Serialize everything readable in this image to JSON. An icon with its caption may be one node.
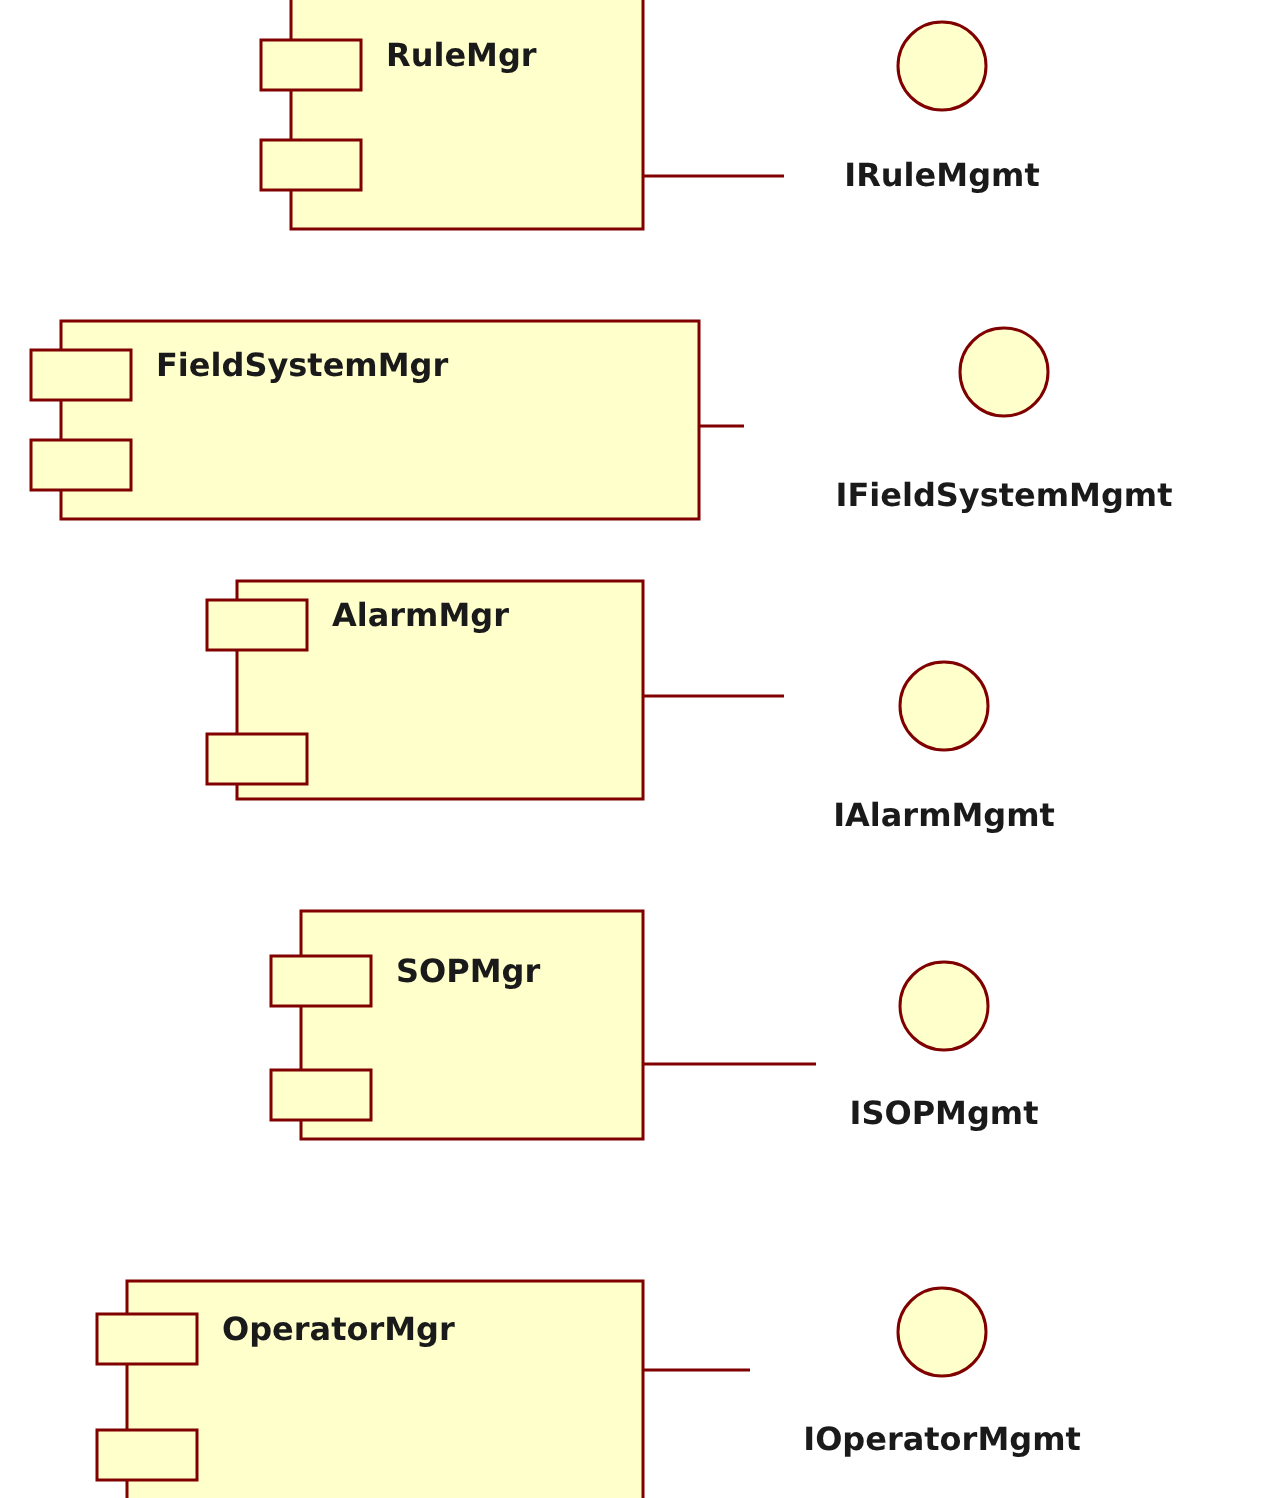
{
  "diagram": {
    "nodes": [
      {
        "text": [
          "RuleMgr"
        ]
      },
      {
        "text": [
          "IRuleMgmt"
        ]
      },
      {
        "text": [
          "FieldSystemMgr"
        ]
      },
      {
        "text": [
          "IFieldSystemMgmt"
        ]
      },
      {
        "text": [
          "AlarmMgr"
        ]
      },
      {
        "text": [
          "IAlarmMgmt"
        ]
      },
      {
        "text": [
          "SOPMgr"
        ]
      },
      {
        "text": [
          "ISOPMgmt"
        ]
      },
      {
        "text": [
          "OperatorMgr"
        ]
      },
      {
        "text": [
          "IOperatorMgmt"
        ]
      }
    ],
    "edges": [
      {
        "from": 0,
        "to": null,
        "arrow": "none"
      },
      {
        "from": 2,
        "to": null,
        "arrow": "none"
      },
      {
        "from": 4,
        "to": null,
        "arrow": "none"
      },
      {
        "from": 6,
        "to": null,
        "arrow": "none"
      },
      {
        "from": 8,
        "to": null,
        "arrow": "none"
      }
    ]
  }
}
